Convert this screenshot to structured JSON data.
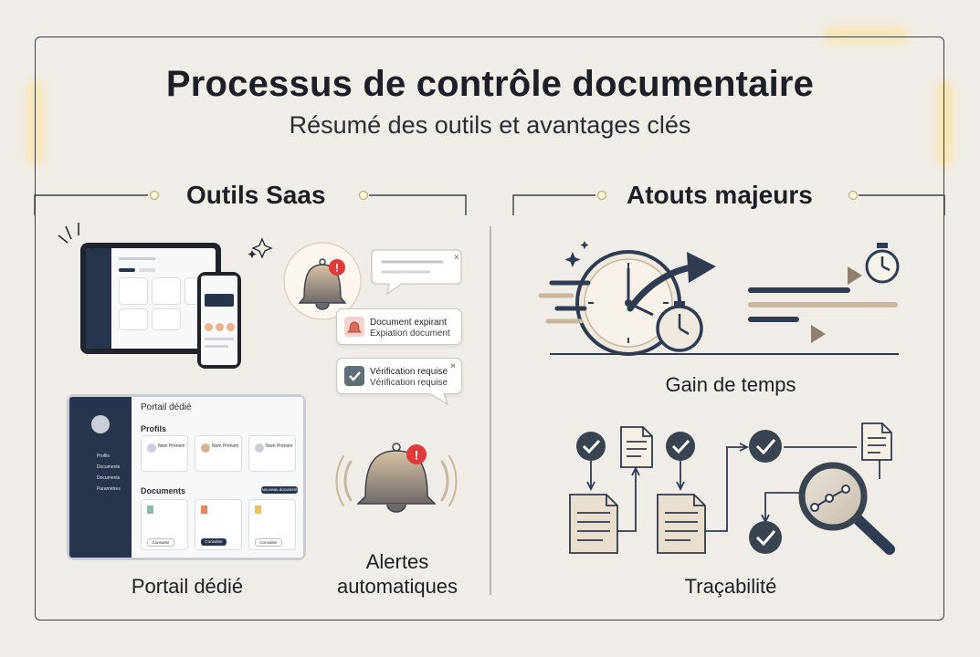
{
  "header": {
    "title": "Processus de contrôle documentaire",
    "subtitle": "Résumé des outils et avantages clés"
  },
  "left_section": {
    "title": "Outils Saas",
    "portal_label": "Portail dédié",
    "alerts_label_line1": "Alertes",
    "alerts_label_line2": "automatiques",
    "notifications": [
      {
        "line1": "Document expirant",
        "line2": "Expiation document",
        "icon": "bell-alert-icon",
        "color": "#e06a5a"
      },
      {
        "line1": "Vérification requise",
        "line2": "Vérification requise",
        "icon": "check-icon",
        "color": "#5f7079"
      }
    ],
    "portal": {
      "title": "Portail dédié",
      "profiles_heading": "Profils",
      "profiles": [
        "Nom Prénom",
        "Nom Prénom",
        "Nom Prénom"
      ],
      "documents_heading": "Documents",
      "new_doc_button": "Nouveau document",
      "doc_buttons": [
        "Consulter",
        "Consulter",
        "Consulter"
      ],
      "sidebar_items": [
        "Profils",
        "Documents",
        "Documents",
        "Paramètres"
      ],
      "close_glyph": "×"
    }
  },
  "right_section": {
    "title": "Atouts majeurs",
    "time_label": "Gain de temps",
    "trace_label": "Traçabilité"
  },
  "colors": {
    "navy": "#26344d",
    "alert_red": "#e03a3a",
    "tan": "#c7b79e",
    "background": "#f0ede8",
    "ink": "#1d1f26"
  }
}
